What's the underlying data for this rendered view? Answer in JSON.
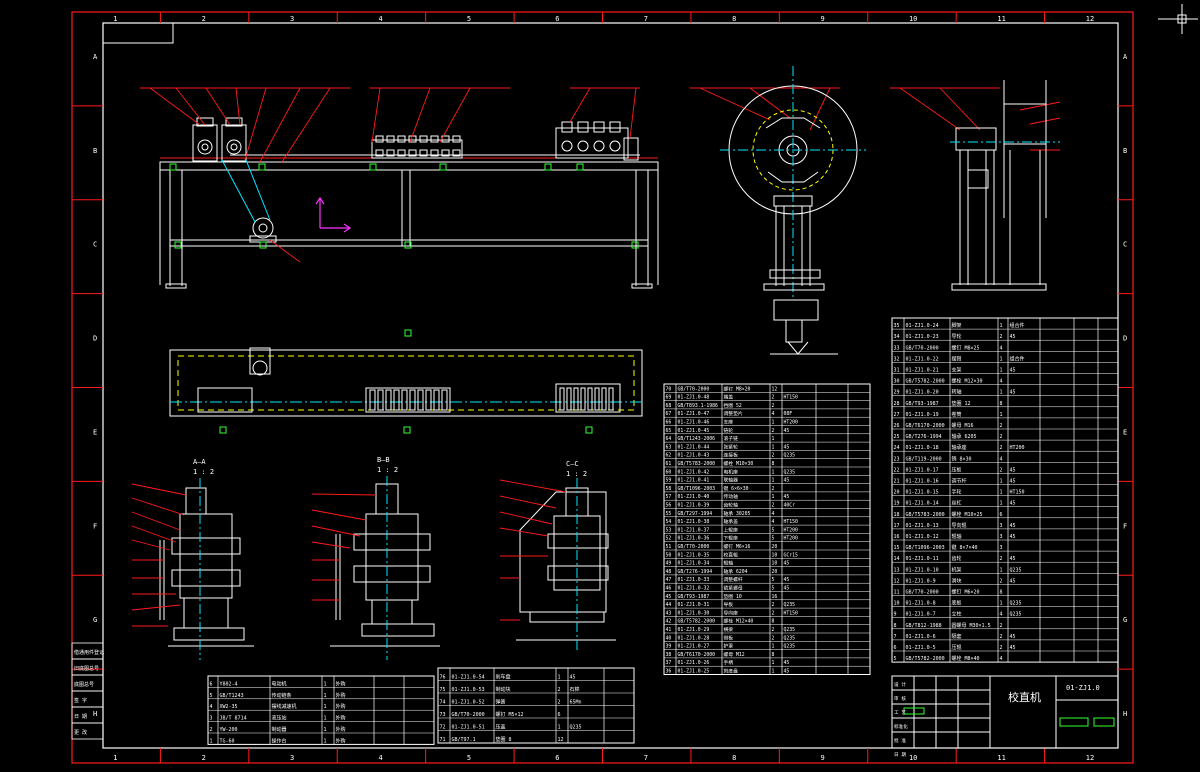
{
  "colors": {
    "background": "#000000",
    "frame": "#ff1a1a",
    "drawing": "#ffffff",
    "table": "#ffffff",
    "text": "#ffffff",
    "dim": "#33ff33",
    "hidden": "#ffff00",
    "center": "#00e5ff",
    "ucs": "#ff33ff"
  },
  "grid": {
    "top_numbers": [
      "1",
      "2",
      "3",
      "4",
      "5",
      "6",
      "7",
      "8",
      "9",
      "10",
      "11",
      "12"
    ],
    "bottom_numbers": [
      "1",
      "2",
      "3",
      "4",
      "5",
      "6",
      "7",
      "8",
      "9",
      "10",
      "11",
      "12"
    ],
    "side_letters": [
      "A",
      "B",
      "C",
      "D",
      "E",
      "F",
      "G",
      "H"
    ]
  },
  "views": {
    "section_a": {
      "title": "A—A",
      "scale": "1 : 2"
    },
    "section_b": {
      "title": "B—B",
      "scale": "1 : 2"
    },
    "section_c": {
      "title": "C—C",
      "scale": "1 : 2"
    }
  },
  "title_block": {
    "name": "校直机",
    "drawing_no": "01-ZJ1.0",
    "stamp_labels": [
      "设  计",
      "审  核",
      "工  艺",
      "标准化",
      "批  准",
      "日  期"
    ]
  },
  "left_stamp_labels": [
    "借通用件登记",
    "旧底图总号",
    "底图总号",
    "签  字",
    "日  期",
    "更  改"
  ],
  "parts_right": [
    [
      "35",
      "01-ZJ1.0-24",
      "脚架",
      "1",
      "组合件"
    ],
    [
      "34",
      "01-ZJ1.0-23",
      "导轮",
      "2",
      "45"
    ],
    [
      "33",
      "GB/T70-2000",
      "螺钉 M8×25",
      "4",
      ""
    ],
    [
      "32",
      "01-ZJ1.0-22",
      "摆臂",
      "1",
      "组合件"
    ],
    [
      "31",
      "01-ZJ1.0-21",
      "支架",
      "1",
      "45"
    ],
    [
      "30",
      "GB/T5782-2000",
      "螺栓 M12×30",
      "4",
      ""
    ],
    [
      "29",
      "01-ZJ1.0-20",
      "转轴",
      "1",
      "45"
    ],
    [
      "28",
      "GB/T93-1987",
      "垫圈 12",
      "8",
      ""
    ],
    [
      "27",
      "01-ZJ1.0-19",
      "卷筒",
      "1",
      ""
    ],
    [
      "26",
      "GB/T6170-2000",
      "螺母 M16",
      "2",
      ""
    ],
    [
      "25",
      "GB/T276-1994",
      "轴承 6205",
      "2",
      ""
    ],
    [
      "24",
      "01-ZJ1.0-18",
      "轴承座",
      "2",
      "HT200"
    ],
    [
      "23",
      "GB/T119-2000",
      "销 8×30",
      "4",
      ""
    ],
    [
      "22",
      "01-ZJ1.0-17",
      "压板",
      "2",
      "45"
    ],
    [
      "21",
      "01-ZJ1.0-16",
      "调节杆",
      "1",
      "45"
    ],
    [
      "20",
      "01-ZJ1.0-15",
      "手轮",
      "1",
      "HT150"
    ],
    [
      "19",
      "01-ZJ1.0-14",
      "丝杠",
      "1",
      "45"
    ],
    [
      "18",
      "GB/T5783-2000",
      "螺栓 M10×25",
      "6",
      ""
    ],
    [
      "17",
      "01-ZJ1.0-13",
      "导向辊",
      "3",
      "45"
    ],
    [
      "16",
      "01-ZJ1.0-12",
      "辊轴",
      "3",
      "45"
    ],
    [
      "15",
      "GB/T1096-2003",
      "键 8×7×40",
      "3",
      ""
    ],
    [
      "14",
      "01-ZJ1.0-11",
      "齿轮",
      "2",
      "45"
    ],
    [
      "13",
      "01-ZJ1.0-10",
      "机架",
      "1",
      "Q235"
    ],
    [
      "12",
      "01-ZJ1.0-9",
      "滑块",
      "2",
      "45"
    ],
    [
      "11",
      "GB/T70-2000",
      "螺钉 M6×20",
      "8",
      ""
    ],
    [
      "10",
      "01-ZJ1.0-8",
      "底板",
      "1",
      "Q235"
    ],
    [
      "9",
      "01-ZJ1.0-7",
      "立柱",
      "4",
      "Q235"
    ],
    [
      "8",
      "GB/T812-1988",
      "圆螺母 M30×1.5",
      "2",
      ""
    ],
    [
      "7",
      "01-ZJ1.0-6",
      "隔套",
      "2",
      "45"
    ],
    [
      "6",
      "01-ZJ1.0-5",
      "压辊",
      "2",
      "45"
    ],
    [
      "5",
      "GB/T5782-2000",
      "螺栓 M8×40",
      "4",
      ""
    ]
  ],
  "parts_mid": [
    [
      "70",
      "GB/T70-2000",
      "螺钉 M8×20",
      "12",
      ""
    ],
    [
      "69",
      "01-ZJ1.0-48",
      "端盖",
      "2",
      "HT150"
    ],
    [
      "68",
      "GB/T893.1-1986",
      "挡圈 52",
      "2",
      ""
    ],
    [
      "67",
      "01-ZJ1.0-47",
      "调整垫片",
      "4",
      "08F"
    ],
    [
      "66",
      "01-ZJ1.0-46",
      "支座",
      "1",
      "HT200"
    ],
    [
      "65",
      "01-ZJ1.0-45",
      "链轮",
      "2",
      "45"
    ],
    [
      "64",
      "GB/T1243-2006",
      "滚子链",
      "1",
      ""
    ],
    [
      "63",
      "01-ZJ1.0-44",
      "张紧轮",
      "1",
      "45"
    ],
    [
      "62",
      "01-ZJ1.0-43",
      "连接板",
      "2",
      "Q235"
    ],
    [
      "61",
      "GB/T5783-2000",
      "螺栓 M10×30",
      "8",
      ""
    ],
    [
      "60",
      "01-ZJ1.0-42",
      "电机座",
      "1",
      "Q235"
    ],
    [
      "59",
      "01-ZJ1.0-41",
      "联轴器",
      "1",
      "45"
    ],
    [
      "58",
      "GB/T1096-2003",
      "键 6×6×30",
      "2",
      ""
    ],
    [
      "57",
      "01-ZJ1.0-40",
      "传动轴",
      "1",
      "45"
    ],
    [
      "56",
      "01-ZJ1.0-39",
      "齿轮轴",
      "2",
      "40Cr"
    ],
    [
      "55",
      "GB/T297-1994",
      "轴承 30205",
      "4",
      ""
    ],
    [
      "54",
      "01-ZJ1.0-38",
      "轴承盖",
      "4",
      "HT150"
    ],
    [
      "53",
      "01-ZJ1.0-37",
      "上辊座",
      "5",
      "HT200"
    ],
    [
      "52",
      "01-ZJ1.0-36",
      "下辊座",
      "5",
      "HT200"
    ],
    [
      "51",
      "GB/T70-2000",
      "螺钉 M6×16",
      "20",
      ""
    ],
    [
      "50",
      "01-ZJ1.0-35",
      "校直辊",
      "10",
      "GCr15"
    ],
    [
      "49",
      "01-ZJ1.0-34",
      "辊轴",
      "10",
      "45"
    ],
    [
      "48",
      "GB/T276-1994",
      "轴承 6204",
      "20",
      ""
    ],
    [
      "47",
      "01-ZJ1.0-33",
      "调整螺杆",
      "5",
      "45"
    ],
    [
      "46",
      "01-ZJ1.0-32",
      "锁紧螺母",
      "5",
      "45"
    ],
    [
      "45",
      "GB/T93-1987",
      "垫圈 10",
      "16",
      ""
    ],
    [
      "44",
      "01-ZJ1.0-31",
      "导板",
      "2",
      "Q235"
    ],
    [
      "43",
      "01-ZJ1.0-30",
      "导向座",
      "2",
      "HT150"
    ],
    [
      "42",
      "GB/T5782-2000",
      "螺栓 M12×40",
      "8",
      ""
    ],
    [
      "41",
      "01-ZJ1.0-29",
      "横梁",
      "2",
      "Q235"
    ],
    [
      "40",
      "01-ZJ1.0-28",
      "侧板",
      "2",
      "Q235"
    ],
    [
      "39",
      "01-ZJ1.0-27",
      "护罩",
      "1",
      "Q235"
    ],
    [
      "38",
      "GB/T6170-2000",
      "螺母 M12",
      "8",
      ""
    ],
    [
      "37",
      "01-ZJ1.0-26",
      "手柄",
      "1",
      "45"
    ],
    [
      "36",
      "01-ZJ1.0-25",
      "刻度盘",
      "1",
      "45"
    ]
  ],
  "parts_bottom_left": [
    [
      "6",
      "Y802-4",
      "电动机",
      "1",
      "外购"
    ],
    [
      "5",
      "GB/T1243",
      "传动链条",
      "1",
      "外购"
    ],
    [
      "4",
      "XW2-35",
      "摆线减速机",
      "1",
      "外购"
    ],
    [
      "3",
      "JB/T 8714",
      "液压站",
      "1",
      "外购"
    ],
    [
      "2",
      "YW-200",
      "制动器",
      "1",
      "外购"
    ],
    [
      "1",
      "TG-60",
      "操作台",
      "1",
      "外购"
    ]
  ],
  "parts_bottom_mid": [
    [
      "76",
      "01-ZJ1.0-54",
      "刹车盘",
      "1",
      "45"
    ],
    [
      "75",
      "01-ZJ1.0-53",
      "制动块",
      "2",
      "石棉"
    ],
    [
      "74",
      "01-ZJ1.0-52",
      "弹簧",
      "2",
      "65Mn"
    ],
    [
      "73",
      "GB/T70-2000",
      "螺钉 M5×12",
      "6",
      ""
    ],
    [
      "72",
      "01-ZJ1.0-51",
      "压盖",
      "1",
      "Q235"
    ],
    [
      "71",
      "GB/T97.1",
      "垫圈 8",
      "12",
      ""
    ]
  ]
}
